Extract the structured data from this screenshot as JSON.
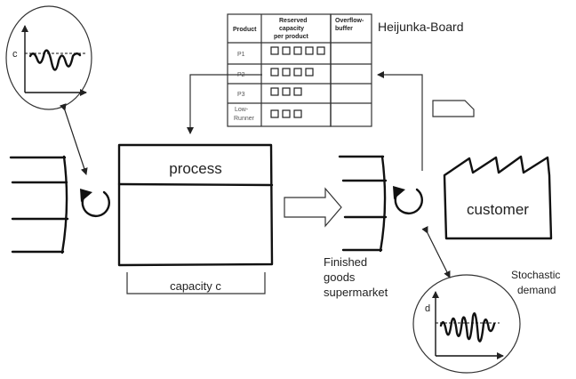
{
  "board": {
    "title": "Heijunka-Board",
    "headers": {
      "product": "Product",
      "reserved": [
        "Reserved",
        "capacity",
        "per product"
      ],
      "overflow": [
        "Overflow-",
        "buffer"
      ]
    },
    "rows": [
      {
        "product": [
          "P1"
        ],
        "slots": 5
      },
      {
        "product": [
          "P2"
        ],
        "slots": 4
      },
      {
        "product": [
          "P3"
        ],
        "slots": 3
      },
      {
        "product": [
          "Low-",
          "Runner"
        ],
        "slots": 3
      }
    ]
  },
  "process": {
    "label": "process"
  },
  "capacity": {
    "label": "capacity c"
  },
  "customer": {
    "label": "customer"
  },
  "supermarket": {
    "label": [
      "Finished",
      "goods",
      "supermarket"
    ]
  },
  "demand": {
    "label": [
      "Stochastic",
      "demand"
    ]
  },
  "capacity_chart": {
    "axis_label": "c"
  },
  "demand_chart": {
    "axis_label": "d"
  }
}
